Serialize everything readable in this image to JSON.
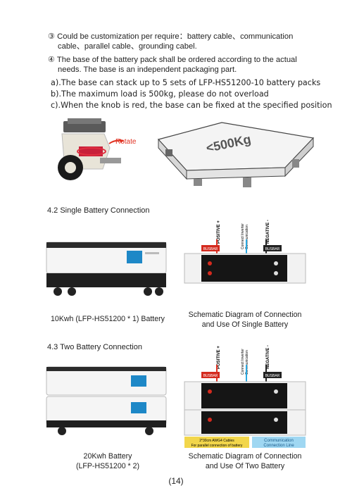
{
  "notes": [
    {
      "line1": "③ Could be customization per require：battery cable、communication",
      "line2": "cable、parallel cable、grounding cabel."
    },
    {
      "line1": "④ The base of the battery pack shall be ordered according to the actual",
      "line2": "needs. The base is an independent packaging part."
    }
  ],
  "options": [
    "a).The base can stack up to 5 sets of LFP-HS51200-10 battery packs",
    "b).The maximum load is 500kg, please do not overload",
    "c).When the knob is red, the base can be fixed at the specified position"
  ],
  "caster_label": "Rotate",
  "base_label": "<500Kg",
  "section_single": {
    "title": "4.2 Single Battery Connection",
    "battery_caption": "10Kwh (LFP-HS51200 * 1) Battery",
    "schematic_caption_1": "Schematic Diagram of Connection",
    "schematic_caption_2": "and Use Of Single Battery"
  },
  "section_two": {
    "title": "4.3 Two Battery Connection",
    "battery_caption_1": "20Kwh Battery",
    "battery_caption_2": "(LFP-HS51200 * 2)",
    "schematic_caption_1": "Schematic Diagram of Connection",
    "schematic_caption_2": "and Use Of Two Battery",
    "cable_note_1": "2*30cm AWG4 Cables",
    "cable_note_2": "For parallel connection of battery",
    "comm_line_1": "Communication",
    "comm_line_2": "Connection Line"
  },
  "schematic_labels": {
    "positive": "POSITIVE +",
    "negative": "NEGATIVE -",
    "comm_1": "Connect Inverter",
    "comm_2": "Communication",
    "busbar": "BUSBAR"
  },
  "page_number": "(14)",
  "colors": {
    "red_cable": "#e03020",
    "blue_cable": "#2aa8e0",
    "busbar_red": "#d42a1e",
    "label_yellow": "#f2d64b",
    "label_blue": "#9fd7f2"
  }
}
